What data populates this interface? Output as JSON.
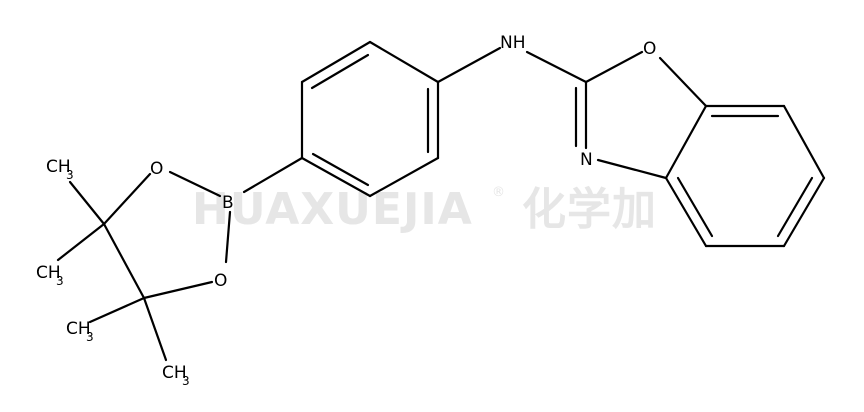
{
  "watermark": {
    "text": "HUAXUEJIA",
    "registered": "®",
    "chinese": "化学加"
  },
  "atoms": {
    "nh": "NH",
    "o_oxazole": "O",
    "n_oxazole": "N",
    "b": "B",
    "o_upper": "O",
    "o_lower": "O",
    "ch3_1": {
      "main": "CH",
      "sub": "3"
    },
    "ch3_2": {
      "main": "CH",
      "sub": "3"
    },
    "ch3_3": {
      "main": "CH",
      "sub": "3"
    },
    "ch3_4": {
      "main": "CH",
      "sub": "3"
    }
  }
}
